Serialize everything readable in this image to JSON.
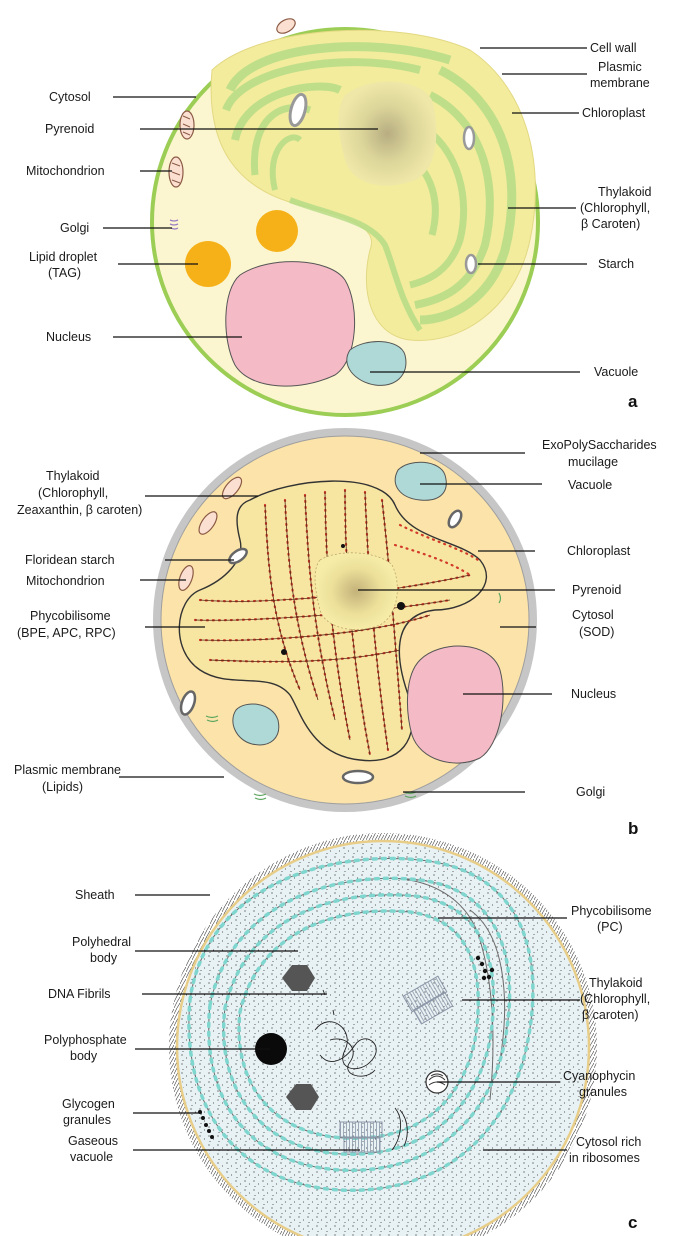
{
  "panels": {
    "a": {
      "letter": "a",
      "labels": {
        "cytosol": "Cytosol",
        "pyrenoid": "Pyrenoid",
        "mitochondrion": "Mitochondrion",
        "golgi": "Golgi",
        "lipid_1": "Lipid droplet",
        "lipid_2": "(TAG)",
        "nucleus": "Nucleus",
        "cell_wall": "Cell wall",
        "plasmic_1": "Plasmic",
        "plasmic_2": "membrane",
        "chloroplast": "Chloroplast",
        "thylakoid_1": "Thylakoid",
        "thylakoid_2": "(Chlorophyll,",
        "thylakoid_3": "β Caroten)",
        "starch": "Starch",
        "vacuole": "Vacuole"
      }
    },
    "b": {
      "letter": "b",
      "labels": {
        "thylakoid_1": "Thylakoid",
        "thylakoid_2": "(Chlorophyll,",
        "thylakoid_3": "Zeaxanthin, β caroten)",
        "floridean": "Floridean starch",
        "mitochondrion": "Mitochondrion",
        "phyco_1": "Phycobilisome",
        "phyco_2": "(BPE, APC, RPC)",
        "plasmic_1": "Plasmic membrane",
        "plasmic_2": "(Lipids)",
        "eps_1": "ExoPolySaccharides",
        "eps_2": "mucilage",
        "vacuole": "Vacuole",
        "chloroplast": "Chloroplast",
        "pyrenoid": "Pyrenoid",
        "cytosol_1": "Cytosol",
        "cytosol_2": "(SOD)",
        "nucleus": "Nucleus",
        "golgi": "Golgi"
      }
    },
    "c": {
      "letter": "c",
      "labels": {
        "sheath": "Sheath",
        "poly_1": "Polyhedral",
        "poly_2": "body",
        "dna": "DNA Fibrils",
        "polyp_1": "Polyphosphate",
        "polyp_2": "body",
        "glyc_1": "Glycogen",
        "glyc_2": "granules",
        "gas_1": "Gaseous",
        "gas_2": "vacuole",
        "phyco_1": "Phycobilisome",
        "phyco_2": "(PC)",
        "thylakoid_1": "Thylakoid",
        "thylakoid_2": "(Chlorophyll,",
        "thylakoid_3": "β caroten)",
        "cyano_1": "Cyanophycin",
        "cyano_2": "granules",
        "cytosol_1": "Cytosol rich",
        "cytosol_2": "in ribosomes"
      }
    }
  },
  "colors": {
    "a_cell_fill": "#fbf6cf",
    "a_cell_wall": "#9ccd55",
    "a_chloroplast": "#f2ec9c",
    "a_thylakoid": "#b6dc86",
    "lipid": "#f6b018",
    "nucleus": "#f4bac6",
    "vacuole": "#aed9d6",
    "b_cell_fill": "#fbe3a9",
    "b_eps": "#c6c6c6",
    "b_phyco_dot": "#d33a2a",
    "c_cytosol": "#e8f1f3",
    "c_sheath_ring": "#e7cd87",
    "c_thylakoid_dash": "#7fd6cf",
    "c_body": "#555555"
  },
  "icons": [
    "mitochondrion-icon",
    "golgi-icon",
    "starch-grain-icon",
    "polyhedral-body-icon",
    "gas-vesicle-icon",
    "cyanophycin-icon"
  ]
}
